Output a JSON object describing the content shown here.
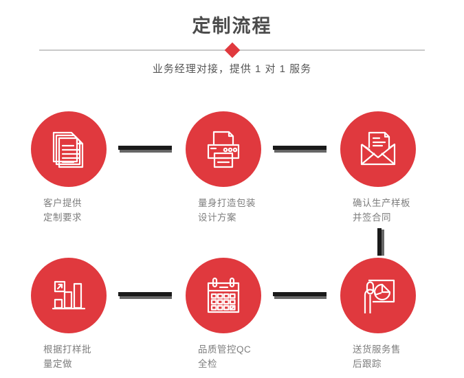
{
  "header": {
    "title": "定制流程",
    "subtitle": "业务经理对接，提供 1 对 1 服务",
    "divider_icon": "diamond-icon",
    "accent_color": "#e0393e",
    "title_color": "#4b4b4b",
    "divider_color": "#c9c9c9"
  },
  "steps": [
    {
      "index": 1,
      "icon": "documents-icon",
      "label": "客户提供\n定制要求",
      "circle_color": "#e0393e"
    },
    {
      "index": 2,
      "icon": "printer-icon",
      "label": "量身打造包装\n设计方案",
      "circle_color": "#e0393e"
    },
    {
      "index": 3,
      "icon": "envelope-letter-icon",
      "label": "确认生产样板\n并签合同",
      "circle_color": "#e0393e"
    },
    {
      "index": 4,
      "icon": "bar-chart-growth-icon",
      "label": "根据打样批\n量定做",
      "circle_color": "#e0393e"
    },
    {
      "index": 5,
      "icon": "calendar-check-icon",
      "label": "品质管控QC\n全检",
      "circle_color": "#e0393e"
    },
    {
      "index": 6,
      "icon": "presenter-chart-icon",
      "label": "送货服务售\n后跟踪",
      "circle_color": "#e0393e"
    }
  ],
  "connectors": {
    "bar_color": "#1a1a1a",
    "shadow_color": "#666666",
    "horizontal_count": 4,
    "vertical_count": 1
  }
}
